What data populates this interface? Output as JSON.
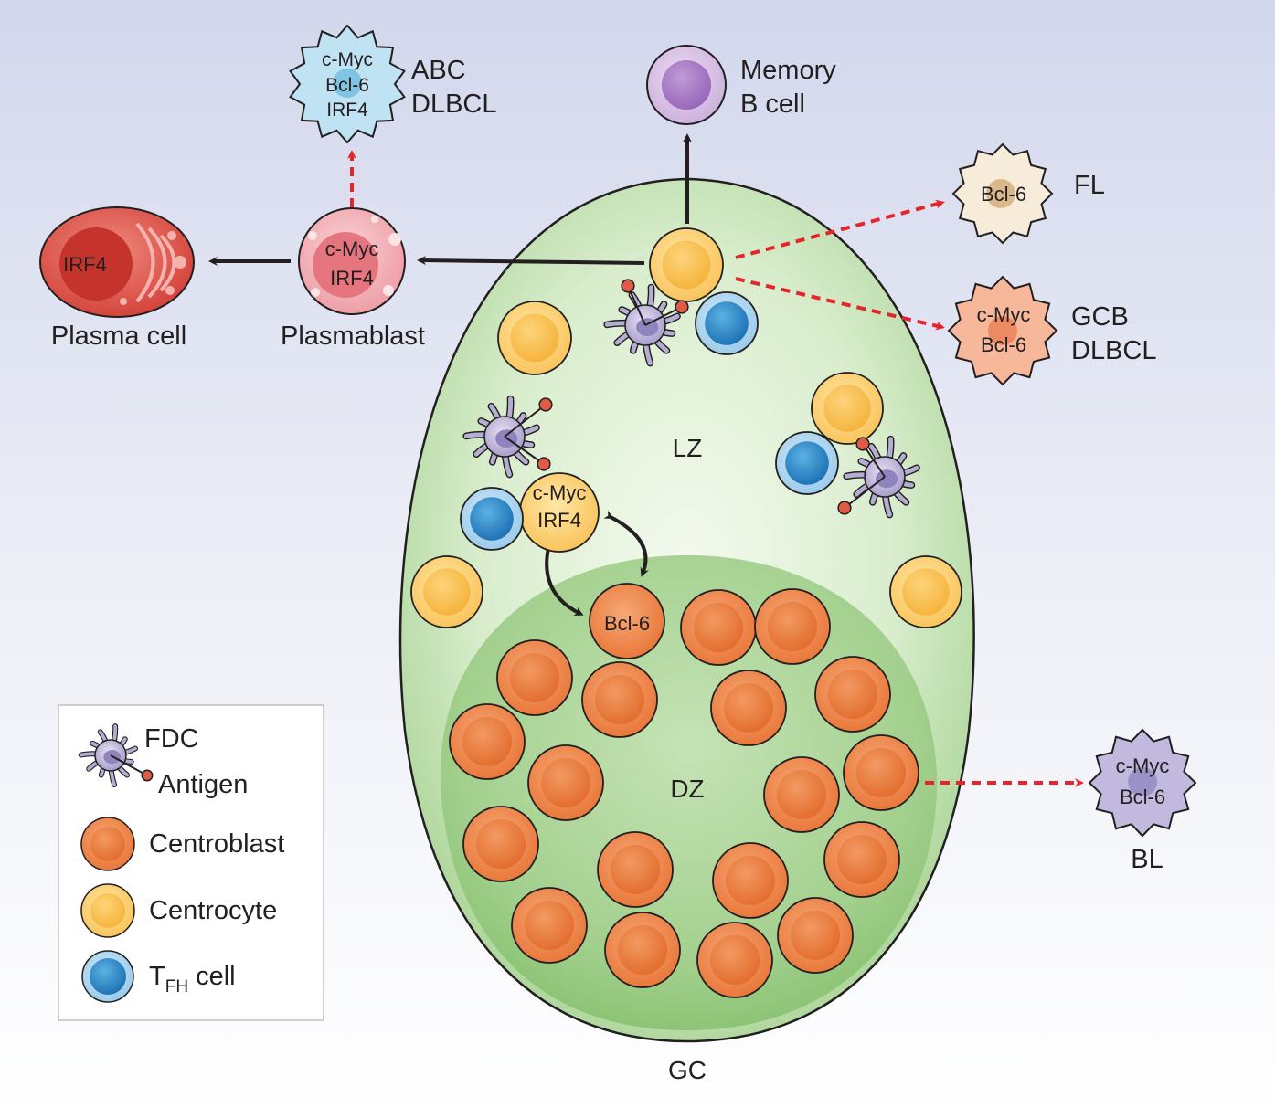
{
  "zones": {
    "lz": "LZ",
    "dz": "DZ",
    "gc": "GC"
  },
  "labels": {
    "memory_line1": "Memory",
    "memory_line2": "B cell",
    "plasma_cell": "Plasma cell",
    "plasmablast": "Plasmablast",
    "abc_line1": "ABC",
    "abc_line2": "DLBCL",
    "fl": "FL",
    "gcb_line1": "GCB",
    "gcb_line2": "DLBCL",
    "bl": "BL"
  },
  "cell_text": {
    "plasma_irf4": "IRF4",
    "plasmablast_line1": "c-Myc",
    "plasmablast_line2": "IRF4",
    "abc_line1": "c-Myc",
    "abc_line2": "Bcl-6",
    "abc_line3": "IRF4",
    "fl_bcl6": "Bcl-6",
    "gcb_line1": "c-Myc",
    "gcb_line2": "Bcl-6",
    "lz_cell_line1": "c-Myc",
    "lz_cell_line2": "IRF4",
    "dz_cell": "Bcl-6",
    "bl_line1": "c-Myc",
    "bl_line2": "Bcl-6"
  },
  "legend": {
    "fdc": "FDC",
    "antigen": "Antigen",
    "centroblast": "Centroblast",
    "centrocyte": "Centrocyte",
    "tfh_main": "T",
    "tfh_sub": "FH",
    "tfh_rest": " cell"
  },
  "colors": {
    "centroblast": "#ee8646",
    "centrocyte": "#fbc155",
    "tfh": "#2b86c5",
    "fdc": "#b5aed3",
    "gc_light": "#d6ebc9",
    "dz_dark": "#9fcf8c",
    "dashed_arrow": "#e8242b"
  }
}
